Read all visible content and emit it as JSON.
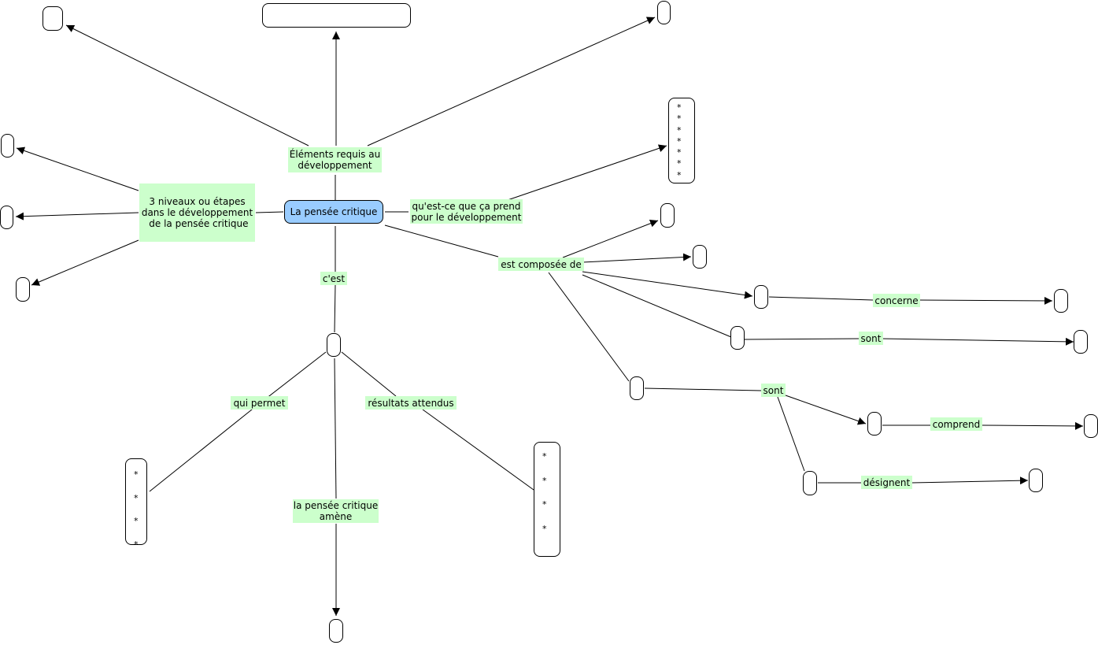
{
  "diagram": {
    "central_concept": "La pensée critique",
    "linking_phrases": {
      "elements_requis": "Éléments requis au\ndéveloppement",
      "trois_niveaux": "3 niveaux ou étapes\ndans le développement\n de la pensée critique",
      "quest_ce_que": "qu'est-ce que ça prend\npour le développement",
      "est_composee_de": "est composée de",
      "cest": "c'est",
      "qui_permet": "qui permet",
      "resultats_attendus": "résultats attendus",
      "amene": "la pensée critique\namène",
      "concerne": "concerne",
      "sont_1": "sont",
      "sont_2": "sont",
      "comprend": "comprend",
      "designent": "désignent"
    },
    "list_nodes": {
      "requirements": "*\n*\n*\n*\n*\n*\n*",
      "permet": "*\n*\n*\n*",
      "resultats": "*\n*\n*\n*"
    },
    "colors": {
      "central_fill": "#99ccff",
      "linking_fill": "#ccffcc",
      "node_fill": "#ffffff",
      "line": "#000000"
    }
  }
}
